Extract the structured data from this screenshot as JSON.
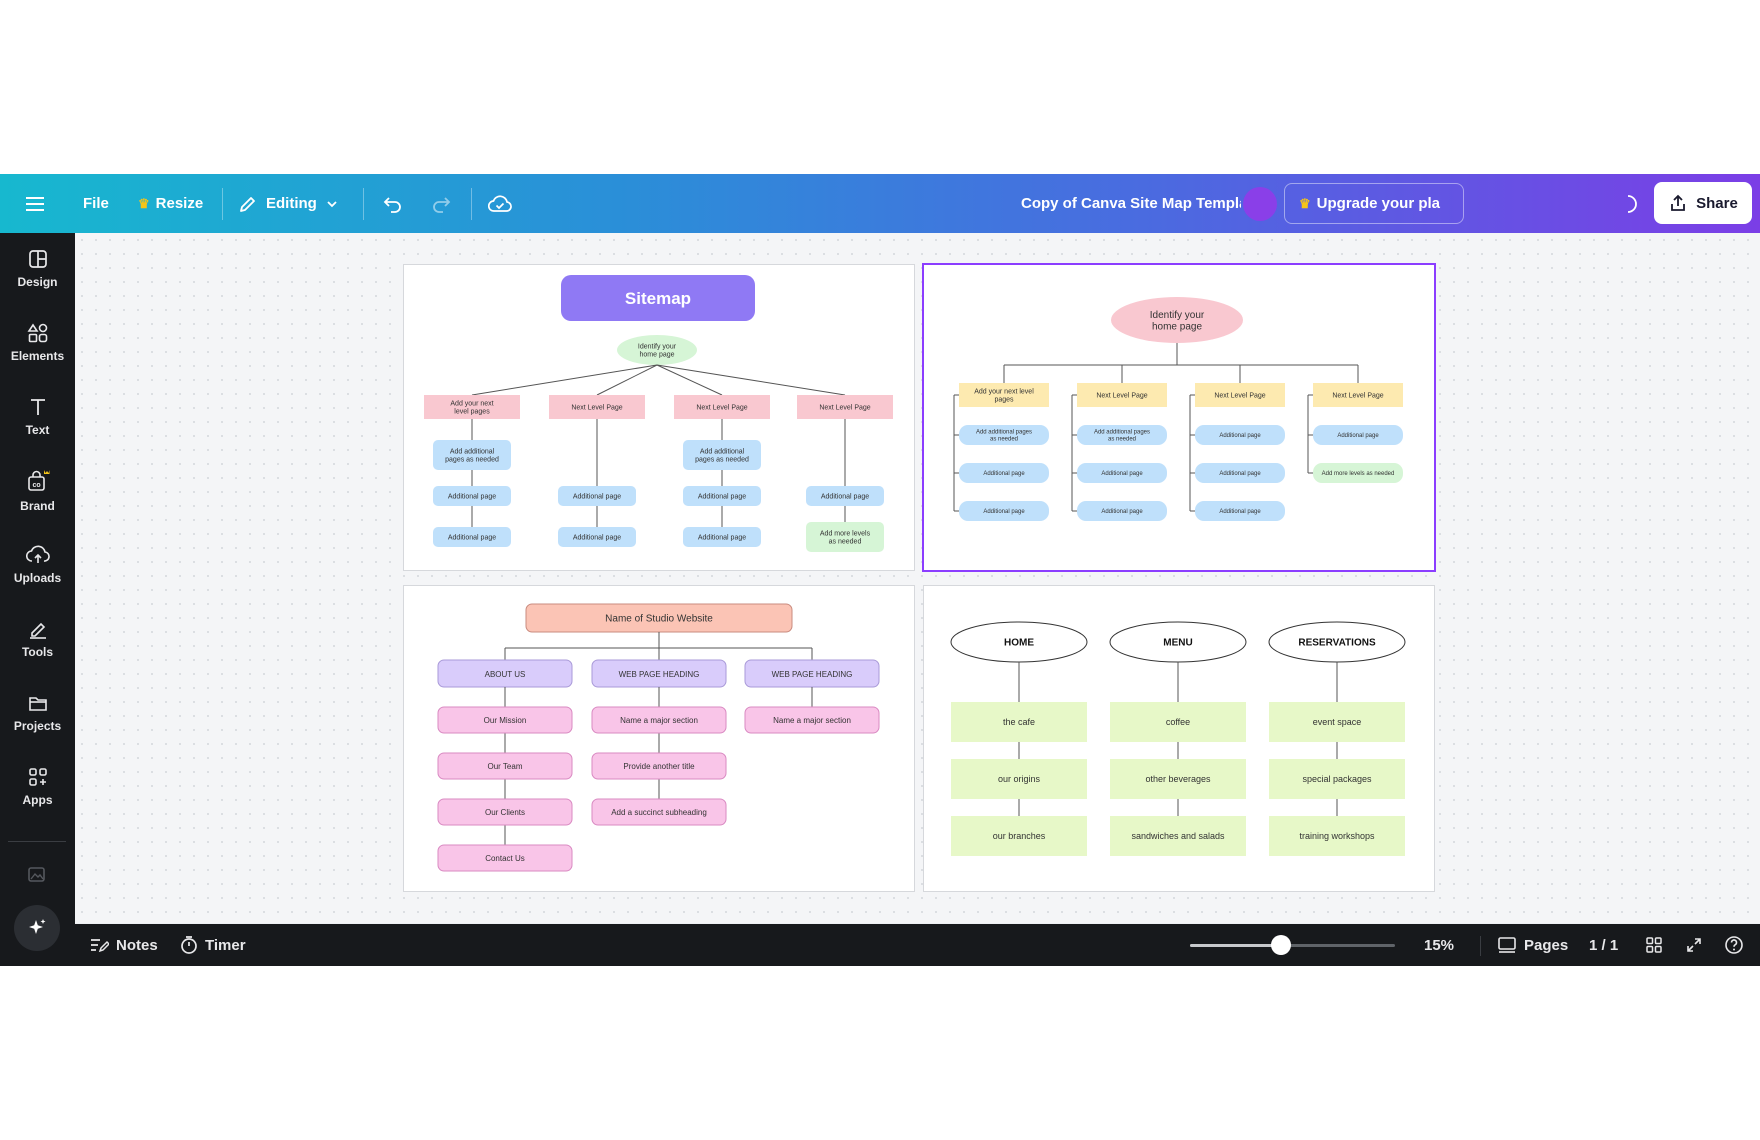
{
  "topbar": {
    "file_label": "File",
    "resize_label": "Resize",
    "editing_label": "Editing",
    "doc_title": "Copy of Canva Site Map Templa",
    "upgrade_label": "Upgrade your pla",
    "share_label": "Share"
  },
  "sidebar": {
    "items": [
      {
        "label": "Design",
        "icon": "design-icon"
      },
      {
        "label": "Elements",
        "icon": "elements-icon"
      },
      {
        "label": "Text",
        "icon": "text-icon"
      },
      {
        "label": "Brand",
        "icon": "brand-icon"
      },
      {
        "label": "Uploads",
        "icon": "uploads-icon"
      },
      {
        "label": "Tools",
        "icon": "tools-icon"
      },
      {
        "label": "Projects",
        "icon": "projects-icon"
      },
      {
        "label": "Apps",
        "icon": "apps-icon"
      }
    ]
  },
  "bottombar": {
    "notes_label": "Notes",
    "timer_label": "Timer",
    "zoom_label": "15%",
    "zoom_level": 15,
    "pages_label": "Pages",
    "page_count": "1 / 1"
  },
  "board1": {
    "title": "Sitemap",
    "root": "Identify your home page",
    "columns": [
      {
        "head": "Add your next level pages",
        "items": [
          "Add additional pages as needed",
          "Additional page",
          "Additional page"
        ]
      },
      {
        "head": "Next Level Page",
        "items": [
          "Additional page",
          "Additional page"
        ]
      },
      {
        "head": "Next Level Page",
        "items": [
          "Add additional pages as needed",
          "Additional page",
          "Additional page"
        ]
      },
      {
        "head": "Next Level Page",
        "items": [
          "Additional page",
          "Add more levels as needed"
        ]
      }
    ]
  },
  "board2": {
    "root": "Identify your home page",
    "columns": [
      {
        "head": "Add your next level pages",
        "items": [
          "Add additional pages as needed",
          "Additional page",
          "Additional page"
        ]
      },
      {
        "head": "Next Level Page",
        "items": [
          "Add additional pages as needed",
          "Additional page",
          "Additional page"
        ]
      },
      {
        "head": "Next Level Page",
        "items": [
          "Additional page",
          "Additional page",
          "Additional page"
        ]
      },
      {
        "head": "Next Level Page",
        "items": [
          "Additional page",
          "Add more levels as needed"
        ]
      }
    ]
  },
  "board3": {
    "root": "Name of Studio Website",
    "columns": [
      {
        "head": "ABOUT US",
        "items": [
          "Our Mission",
          "Our Team",
          "Our Clients",
          "Contact Us"
        ]
      },
      {
        "head": "WEB PAGE HEADING",
        "items": [
          "Name a major section",
          "Provide another title",
          "Add a succinct subheading"
        ]
      },
      {
        "head": "WEB PAGE HEADING",
        "items": [
          "Name a major section"
        ]
      }
    ]
  },
  "board4": {
    "columns": [
      {
        "head": "HOME",
        "items": [
          "the cafe",
          "our origins",
          "our branches"
        ]
      },
      {
        "head": "MENU",
        "items": [
          "coffee",
          "other beverages",
          "sandwiches and salads"
        ]
      },
      {
        "head": "RESERVATIONS",
        "items": [
          "event space",
          "special packages",
          "training workshops"
        ]
      }
    ]
  },
  "colors": {
    "accent": "#8b3dff",
    "title_purple": "#8f79f4",
    "pink": "#f9c8d0",
    "blue": "#bfe0fb",
    "green": "#d6f5d6",
    "yellow": "#fdeab0",
    "lavender": "#d9ccfb",
    "magenta_light": "#f9c5e8",
    "salmon": "#fbc4b5",
    "lime": "#e7f8c8"
  }
}
